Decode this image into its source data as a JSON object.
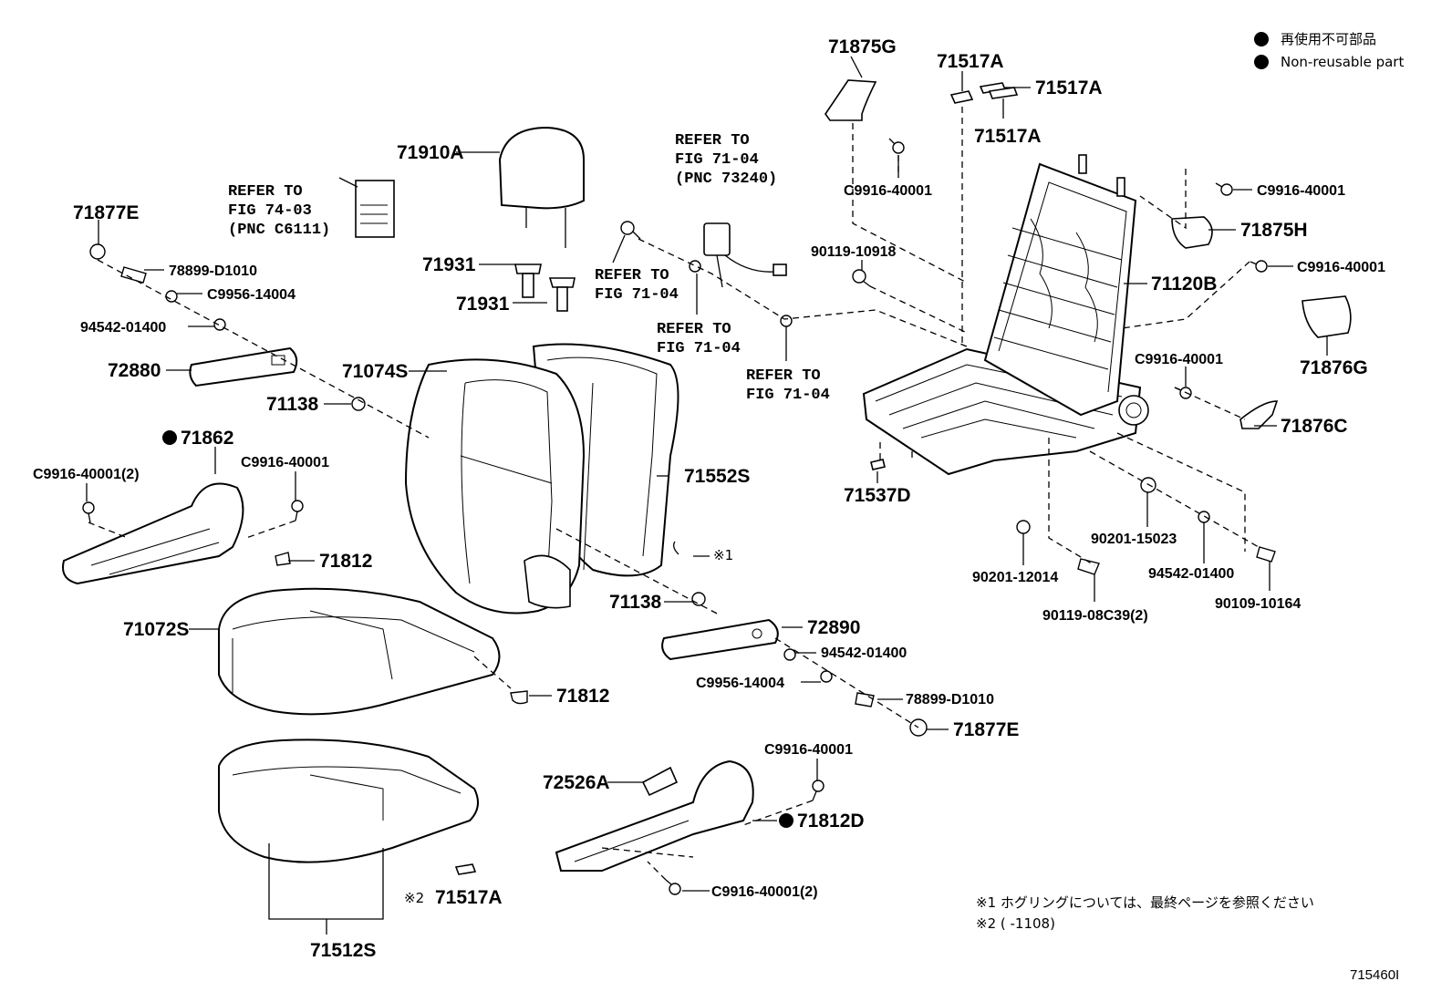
{
  "legend": {
    "items": [
      {
        "marker": "●",
        "text": "再使用不可部品"
      },
      {
        "marker": "●",
        "text": "Non-reusable part"
      }
    ]
  },
  "labels": {
    "p71875G": "71875G",
    "p71517A_top": "71517A",
    "p71517A_right": "71517A",
    "p71517A_mid": "71517A",
    "p71910A": "71910A",
    "p71877E_top": "71877E",
    "p78899_top": "78899-D1010",
    "pC9956_top": "C9956-14004",
    "p94542_top": "94542-01400",
    "p72880": "72880",
    "p71138_top": "71138",
    "p71862": "71862",
    "pC9916_2_left": "C9916-40001(2)",
    "pC9916_left": "C9916-40001",
    "p71931_a": "71931",
    "p71931_b": "71931",
    "p71074S": "71074S",
    "p71552S": "71552S",
    "pC9916_upper": "C9916-40001",
    "p90119_10918": "90119-10918",
    "p71120B": "71120B",
    "pC9916_rt1": "C9916-40001",
    "p71875H": "71875H",
    "pC9916_rt2": "C9916-40001",
    "p71876G": "71876G",
    "pC9916_rt3": "C9916-40001",
    "p71876C": "71876C",
    "p71537D": "71537D",
    "p90201_15023": "90201-15023",
    "p90201_12014": "90201-12014",
    "p94542_right": "94542-01400",
    "p90119_08C39": "90119-08C39(2)",
    "p90109_10164": "90109-10164",
    "p71812_a": "71812",
    "p71072S": "71072S",
    "p71138_mid": "71138",
    "p72890": "72890",
    "p94542_mid": "94542-01400",
    "pC9956_mid": "C9956-14004",
    "p78899_mid": "78899-D1010",
    "p71877E_mid": "71877E",
    "p71812_b": "71812",
    "pC9916_bot": "C9916-40001",
    "p72526A": "72526A",
    "p71812D": "71812D",
    "pC9916_2_bot": "C9916-40001(2)",
    "p71517A_bot": "71517A",
    "p71512S": "71512S",
    "mark_note1": "※1",
    "mark_note2": "※2"
  },
  "refs": {
    "ref_74_03": [
      "REFER TO",
      "FIG 74-03",
      "(PNC C6111)"
    ],
    "ref_71_04_pnc": [
      "REFER TO",
      "FIG 71-04",
      "(PNC 73240)"
    ],
    "ref_71_04_a": [
      "REFER TO",
      "FIG 71-04"
    ],
    "ref_71_04_b": [
      "REFER TO",
      "FIG 71-04"
    ],
    "ref_71_04_c": [
      "REFER TO",
      "FIG 71-04"
    ]
  },
  "notes": {
    "note1": "※1  ホグリングについては、最終ページを参照ください",
    "note2": "※2 (      -1108)"
  },
  "figure_id": "715460I"
}
